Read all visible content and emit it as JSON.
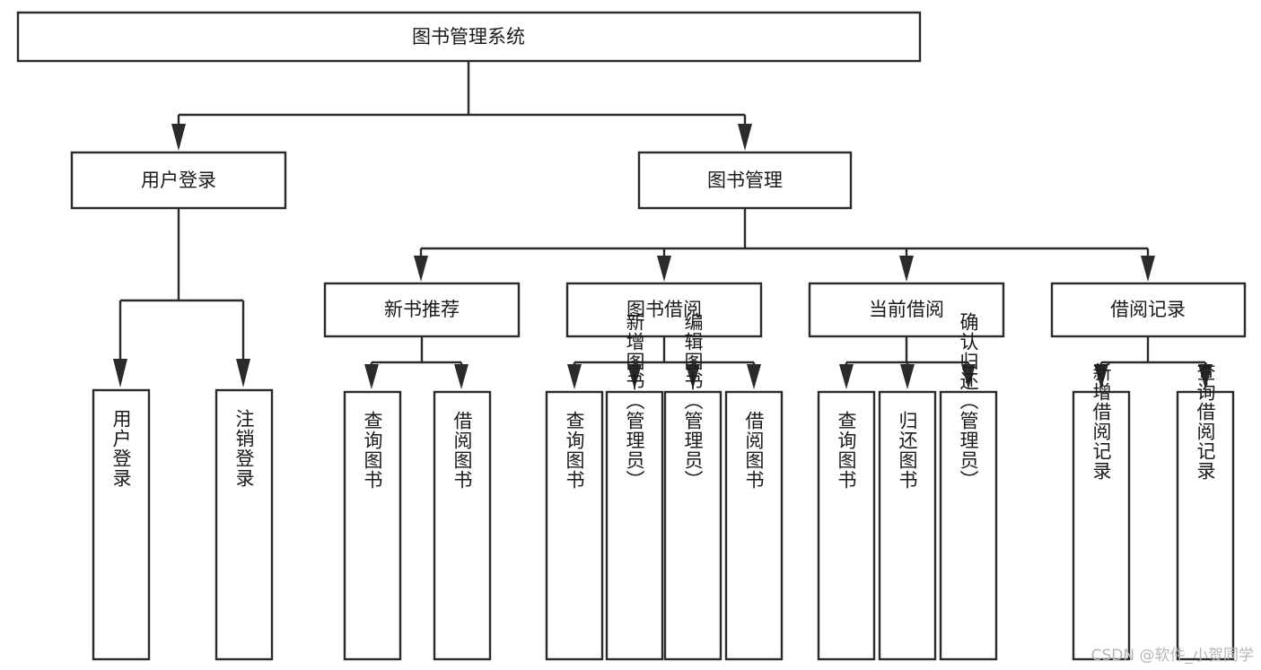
{
  "diagram": {
    "title": "图书管理系统",
    "watermark": "CSDN @软件_小贺同学",
    "colors": {
      "stroke": "#2b2b2b",
      "fill": "#ffffff",
      "text": "#1a1a1a",
      "background": "#ffffff",
      "watermark": "#b6b6b6"
    },
    "root": {
      "label": "图书管理系统"
    },
    "level1": [
      {
        "label": "用户登录"
      },
      {
        "label": "图书管理"
      }
    ],
    "level2": [
      {
        "label": "新书推荐"
      },
      {
        "label": "图书借阅"
      },
      {
        "label": "当前借阅"
      },
      {
        "label": "借阅记录"
      }
    ],
    "leaves": {
      "user_login": [
        {
          "label": "用户登录"
        },
        {
          "label": "注销登录"
        }
      ],
      "new_book_recommend": [
        {
          "label": "查询图书"
        },
        {
          "label": "借阅图书"
        }
      ],
      "book_borrow": [
        {
          "label": "查询图书"
        },
        {
          "label": "新增图书（管理员）"
        },
        {
          "label": "编辑图书（管理员）"
        },
        {
          "label": "借阅图书"
        }
      ],
      "current_borrow": [
        {
          "label": "查询图书"
        },
        {
          "label": "归还图书"
        },
        {
          "label": "确认归还（管理员）"
        }
      ],
      "borrow_record": [
        {
          "label": "新增借阅记录"
        },
        {
          "label": "查询借阅记录"
        }
      ]
    }
  }
}
